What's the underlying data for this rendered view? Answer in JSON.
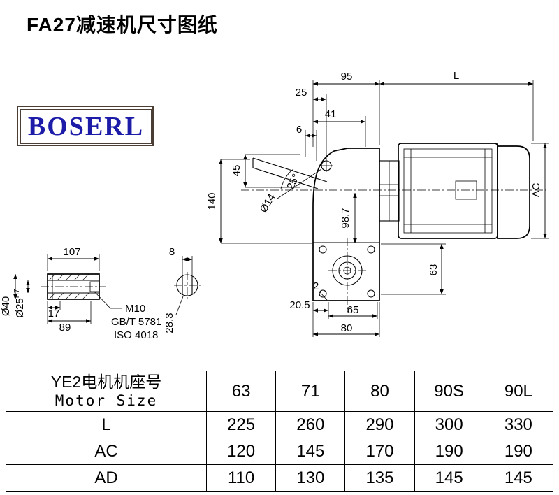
{
  "page": {
    "title": "FA27减速机尺寸图纸"
  },
  "logo": {
    "text": "BOSERL"
  },
  "drawing": {
    "dims": {
      "w95": "95",
      "L": "L",
      "n25": "25",
      "n41": "41",
      "n6": "6",
      "n45": "45",
      "angle": "25°",
      "n140": "140",
      "dia14": "Ø14",
      "n98_7": "98.7",
      "AC": "AC",
      "n63": "63",
      "n2": "2",
      "n20_5": "20.5",
      "n65": "65",
      "n80": "80",
      "n107": "107",
      "n8": "8",
      "n17": "17",
      "n89": "89",
      "m10": "M10",
      "gbt": "GB/T 5781",
      "iso": "ISO 4018",
      "n28_3": "28.3",
      "dia40": "Ø40",
      "dia25": "Ø25",
      "h7": "H7"
    }
  },
  "table": {
    "header": {
      "title_cn": "YE2电机机座号",
      "title_en": "Motor Size",
      "sizes": [
        "63",
        "71",
        "80",
        "90S",
        "90L"
      ]
    },
    "rows": [
      {
        "label": "L",
        "values": [
          "225",
          "260",
          "290",
          "300",
          "330"
        ]
      },
      {
        "label": "AC",
        "values": [
          "120",
          "145",
          "170",
          "190",
          "190"
        ]
      },
      {
        "label": "AD",
        "values": [
          "110",
          "130",
          "135",
          "145",
          "145"
        ]
      }
    ]
  }
}
